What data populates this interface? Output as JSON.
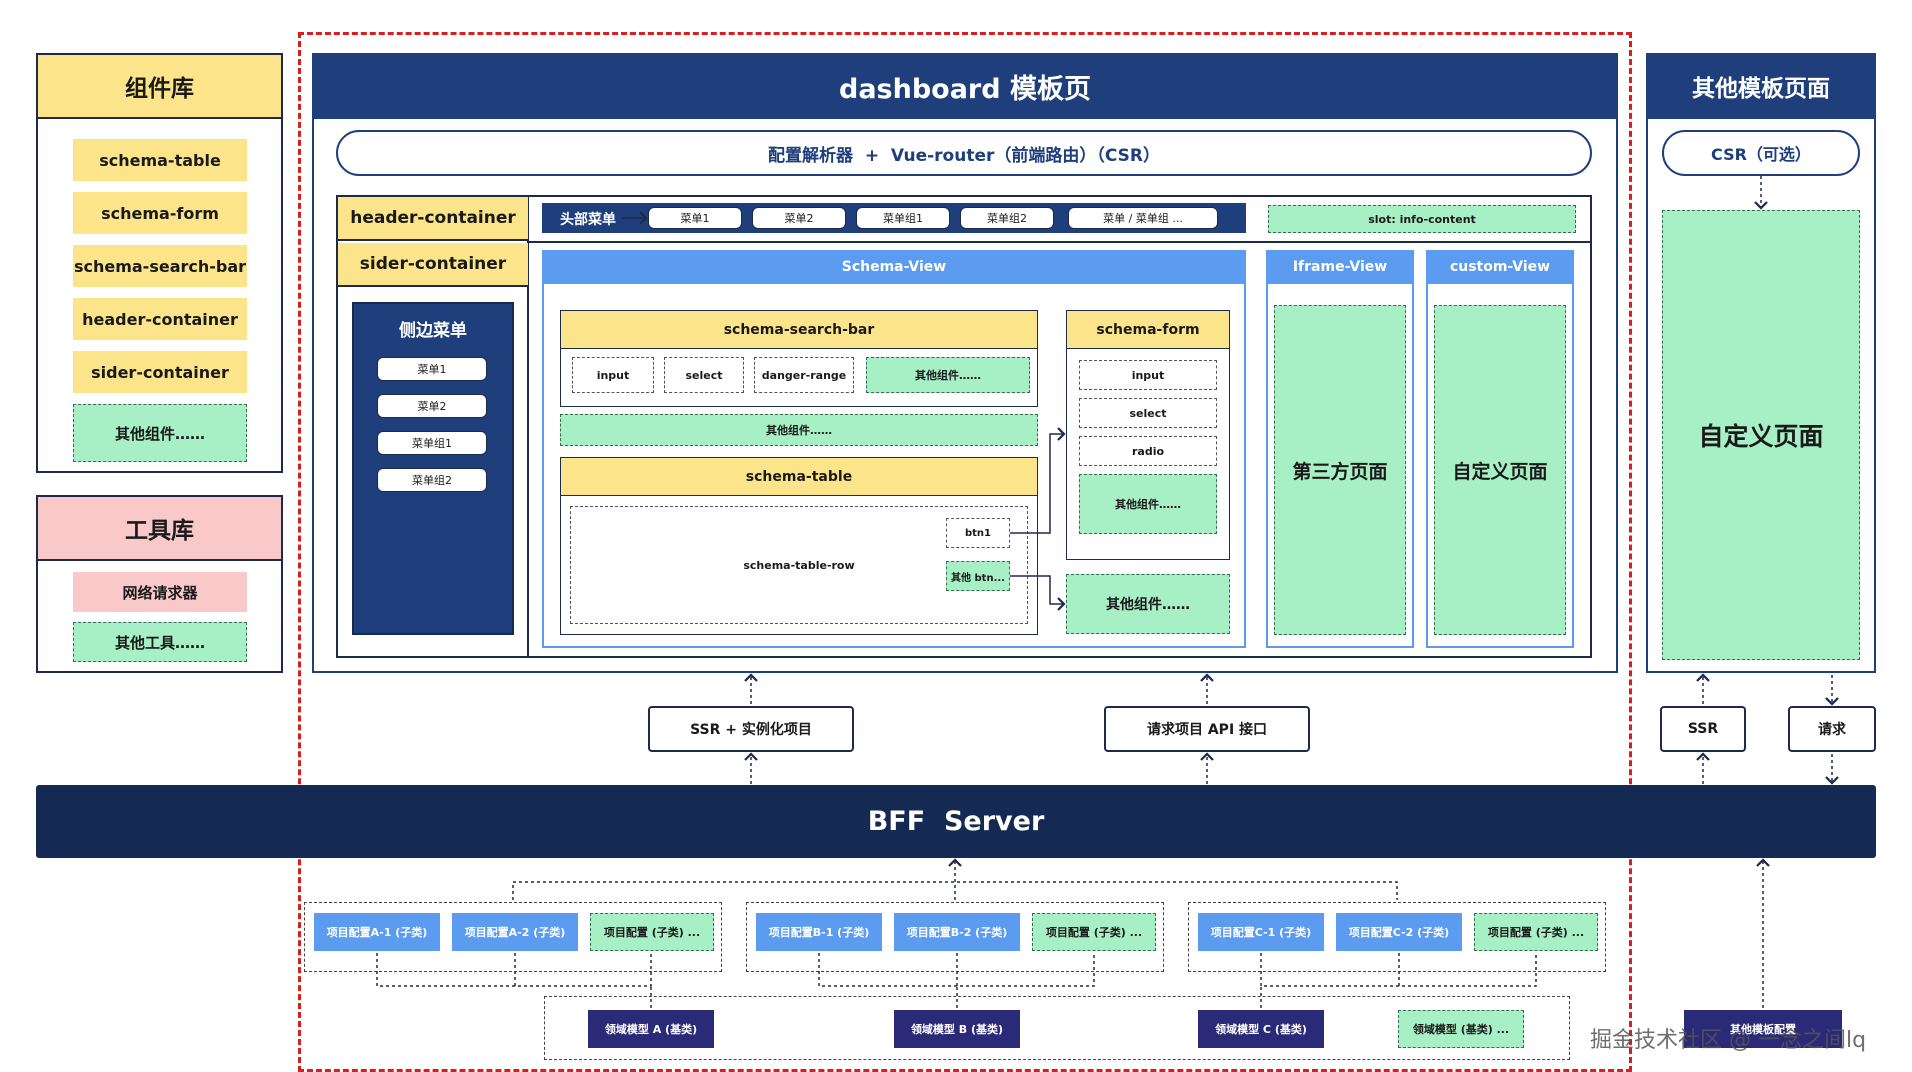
{
  "component_lib": {
    "title": "组件库",
    "items": [
      "schema-table",
      "schema-form",
      "schema-search-bar",
      "header-container",
      "sider-container"
    ],
    "other": "其他组件……"
  },
  "tool_lib": {
    "title": "工具库",
    "items": [
      "网络请求器"
    ],
    "other": "其他工具……"
  },
  "dashboard": {
    "title": "dashboard 模板页",
    "parser_bar": "配置解析器  +  Vue-router（前端路由）（CSR）",
    "header_label": "header-container",
    "sider_label": "sider-container",
    "top_menu_label": "头部菜单",
    "top_menu_items": [
      "菜单1",
      "菜单2",
      "菜单组1",
      "菜单组2",
      "菜单 / 菜单组 ..."
    ],
    "slot_label": "slot: info-content",
    "side_menu_title": "侧边菜单",
    "side_menu_items": [
      "菜单1",
      "菜单2",
      "菜单组1",
      "菜单组2"
    ],
    "schema_view": "Schema-View",
    "iframe_view": "Iframe-View",
    "custom_view": "custom-View",
    "third_party_page": "第三方页面",
    "custom_page": "自定义页面",
    "search_bar": {
      "title": "schema-search-bar",
      "fields": [
        "input",
        "select",
        "danger-range"
      ],
      "other": "其他组件……"
    },
    "other_components_row": "其他组件……",
    "schema_table": {
      "title": "schema-table",
      "row": "schema-table-row",
      "btn1": "btn1",
      "other_btn": "其他 btn..."
    },
    "schema_form": {
      "title": "schema-form",
      "fields": [
        "input",
        "select",
        "radio"
      ],
      "other": "其他组件……"
    },
    "other_components_box": "其他组件……"
  },
  "other_template": {
    "title": "其他模板页面",
    "csr": "CSR（可选）",
    "custom_page": "自定义页面",
    "ssr": "SSR",
    "request": "请求"
  },
  "middle": {
    "ssr_box": "SSR + 实例化项目",
    "api_box": "请求项目 API 接口"
  },
  "bff": {
    "title": "BFF  Server"
  },
  "project_groups": [
    [
      "项目配置A-1 (子类)",
      "项目配置A-2 (子类)",
      "项目配置 (子类) ..."
    ],
    [
      "项目配置B-1 (子类)",
      "项目配置B-2 (子类)",
      "项目配置 (子类) ..."
    ],
    [
      "项目配置C-1 (子类)",
      "项目配置C-2 (子类)",
      "项目配置 (子类) ..."
    ]
  ],
  "domain_models": [
    "领域模型 A (基类)",
    "领域模型 B (基类)",
    "领域模型 C (基类)",
    "领域模型 (基类) ..."
  ],
  "other_template_config": "其他模板配置",
  "watermark": "掘金技术社区 @ 一念之间lq"
}
